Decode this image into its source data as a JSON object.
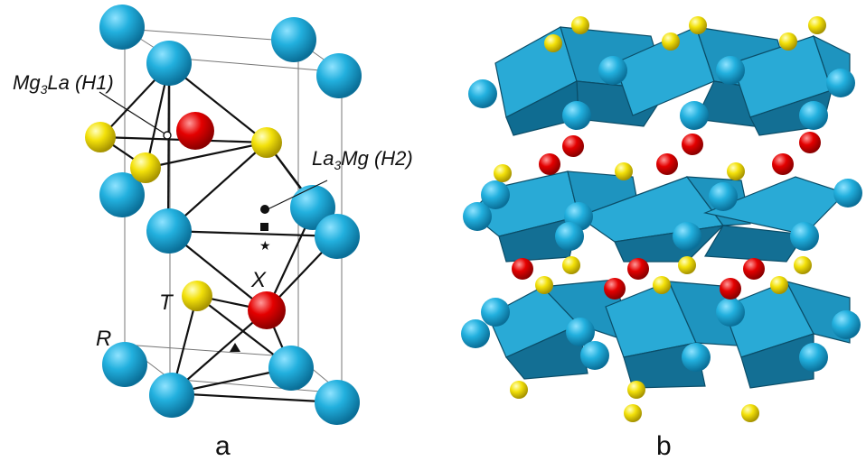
{
  "panel_a": {
    "label_mg3la_main": "Mg",
    "label_mg3la_sub": "3",
    "label_mg3la_rest": "La (H1)",
    "label_la3mg_main": "La",
    "label_la3mg_sub": "3",
    "label_la3mg_rest": "Mg (H2)",
    "label_x": "X",
    "label_t": "T",
    "label_r": "R",
    "caption": "a"
  },
  "panel_b": {
    "caption": "b"
  },
  "colors": {
    "r_atom": "#1aa6d6",
    "t_atom": "#f2e000",
    "x_atom": "#e00000",
    "polyhedron": "#1e9ec9",
    "polyhedron_dark": "#0f6f95"
  }
}
